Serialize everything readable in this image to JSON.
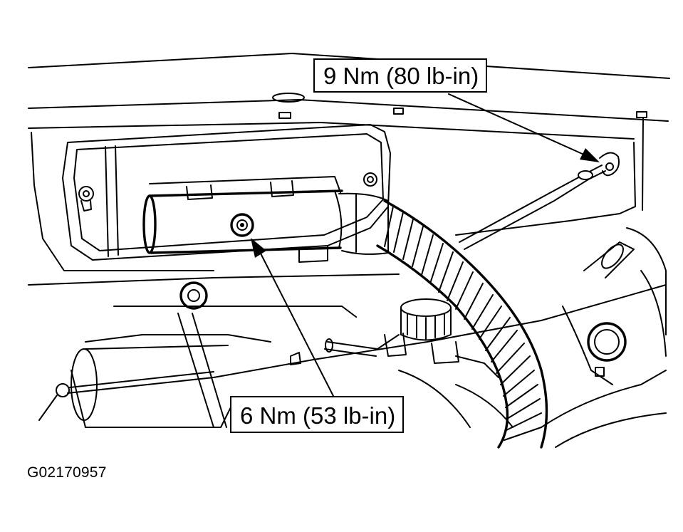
{
  "callouts": {
    "upper_torque": "9 Nm (80 lb-in)",
    "lower_torque": "6 Nm (53 lb-in)"
  },
  "figure_id": "G02170957",
  "colors": {
    "line": "#000000",
    "background": "#ffffff"
  }
}
